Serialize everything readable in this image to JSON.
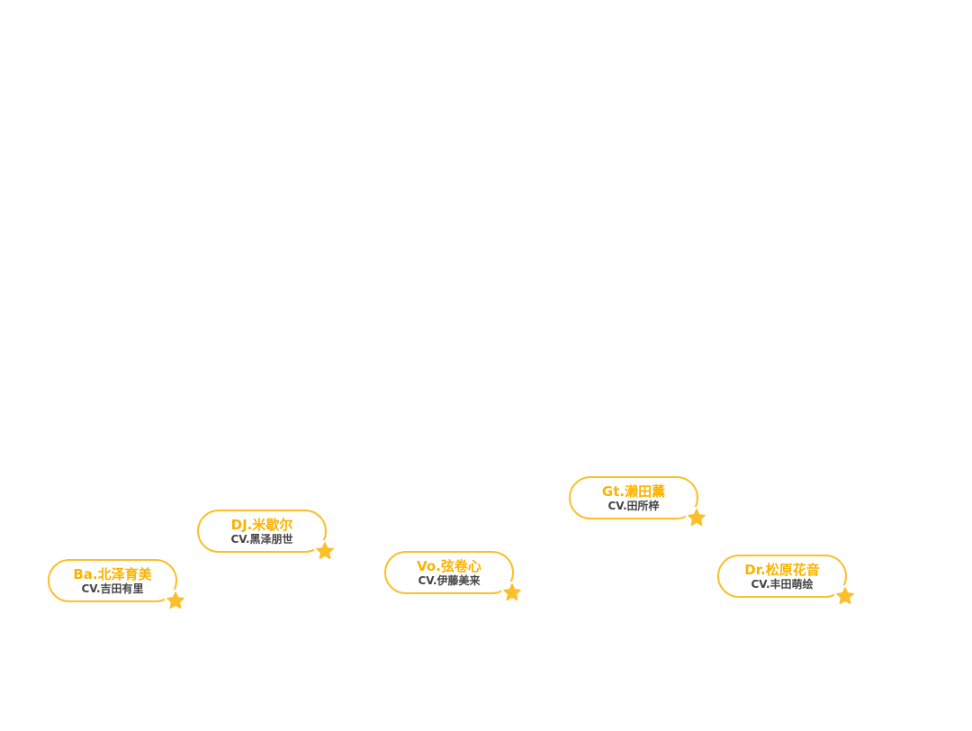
{
  "members": [
    {
      "name": "Ba.北泽育美",
      "cv": "CV.吉田有里"
    },
    {
      "name": "DJ.米歇尔",
      "cv": "CV.黑泽朋世"
    },
    {
      "name": "Vo.弦卷心",
      "cv": "CV.伊藤美来"
    },
    {
      "name": "Gt.濑田薰",
      "cv": "CV.田所梓"
    },
    {
      "name": "Dr.松原花音",
      "cv": "CV.丰田萌绘"
    }
  ],
  "colors": {
    "accent": "#fbbf2a",
    "name": "#f9b300",
    "cv": "#444444"
  }
}
